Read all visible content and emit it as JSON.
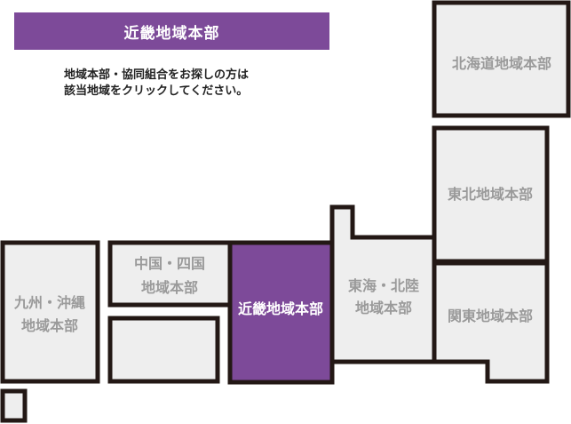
{
  "banner": {
    "title": "近畿地域本部"
  },
  "instruction": {
    "line1": "地域本部・協同組合をお探しの方は",
    "line2": "該当地域をクリックしてください。"
  },
  "regions": {
    "hokkaido": {
      "label": "北海道地域本部"
    },
    "tohoku": {
      "label": "東北地域本部"
    },
    "kanto": {
      "label": "関東地域本部"
    },
    "tokai_hokuriku": {
      "line1": "東海・北陸",
      "line2": "地域本部"
    },
    "kinki": {
      "label": "近畿地域本部"
    },
    "chugoku_shikoku": {
      "line1": "中国・四国",
      "line2": "地域本部"
    },
    "kyushu_okinawa": {
      "line1": "九州・沖縄",
      "line2": "地域本部"
    }
  },
  "colors": {
    "accent": "#7d4a99",
    "region_fill": "#eeeeee",
    "border": "#231815",
    "label_gray": "#9a9a9a"
  }
}
